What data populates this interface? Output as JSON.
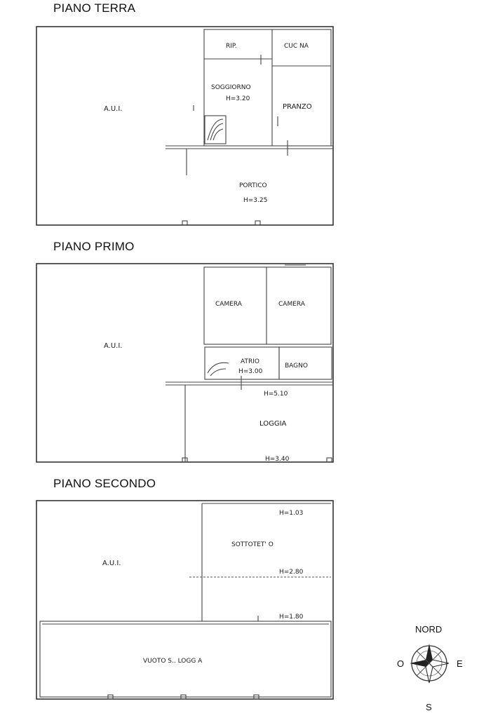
{
  "floors": {
    "ground": {
      "title": "PIANO TERRA",
      "rooms": {
        "aui": "A.U.I.",
        "rip": "RIP.",
        "cucina": "CUC NA",
        "soggiorno": "SOGGIORNO",
        "soggiorno_h": "H=3.20",
        "pranzo": "PRANZO",
        "portico": "PORTICO",
        "portico_h": "H=3.25"
      }
    },
    "first": {
      "title": "PIANO PRIMO",
      "rooms": {
        "aui": "A.U.I.",
        "camera1": "CAMERA",
        "camera2": "CAMERA",
        "atrio": "ATRIO",
        "atrio_h": "H=3.00",
        "bagno": "BAGNO",
        "loggia_h_top": "H=5.10",
        "loggia": "LOGGIA",
        "loggia_h_bottom": "H=3.40"
      }
    },
    "second": {
      "title": "PIANO SECONDO",
      "rooms": {
        "aui": "A.U.I.",
        "h_103": "H=1.03",
        "sottotetto": "SOTTOTET' O",
        "h_280": "H=2.80",
        "h_180": "H=1.80",
        "vuoto": "VUOTO S.. LOGG A"
      }
    }
  },
  "compass": {
    "north": "NORD",
    "south": "S",
    "east": "E",
    "west": "O"
  }
}
